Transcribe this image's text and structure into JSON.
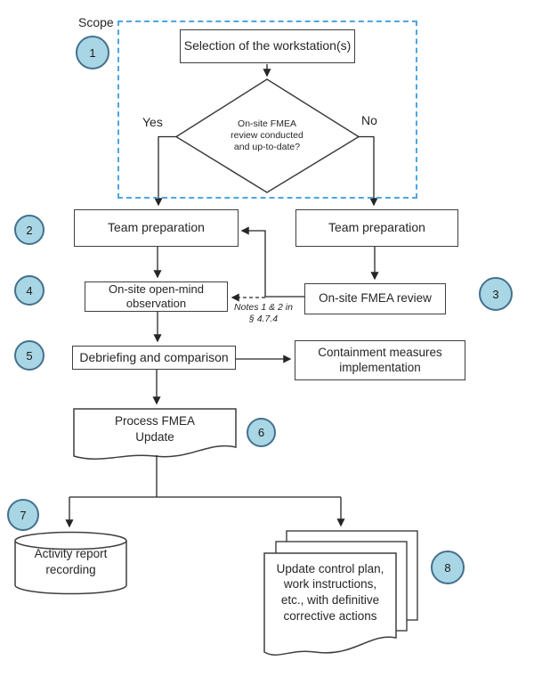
{
  "colors": {
    "badge_fill": "#a9d6e4",
    "badge_border": "#44708e",
    "scope_dash_border": "#4da6e0",
    "box_border": "#3f3f3f",
    "connector": "#262626",
    "text": "#262626",
    "background": "#ffffff"
  },
  "scope_label": "Scope",
  "steps": [
    "1",
    "2",
    "3",
    "4",
    "5",
    "6",
    "7",
    "8"
  ],
  "selection": {
    "label": "Selection of the workstation(s)"
  },
  "decision": {
    "lines": [
      "On-site FMEA",
      "review conducted",
      "and up-to-date?"
    ],
    "yes": "Yes",
    "no": "No"
  },
  "team_prep_left": {
    "label": "Team preparation"
  },
  "team_prep_right": {
    "label": "Team preparation"
  },
  "observation": {
    "lines": [
      "On-site open-mind",
      "observation"
    ]
  },
  "fmea_review": {
    "label": "On-site FMEA review"
  },
  "notes": {
    "lines": [
      "Notes 1 & 2 in",
      "§ 4.7.4"
    ]
  },
  "debriefing": {
    "label": "Debriefing and comparison"
  },
  "containment": {
    "lines": [
      "Containment measures",
      "implementation"
    ]
  },
  "process_fmea": {
    "lines": [
      "Process FMEA",
      "Update"
    ]
  },
  "activity": {
    "lines": [
      "Activity report",
      "recording"
    ]
  },
  "update_docs": {
    "lines": [
      "Update control plan,",
      "work instructions,",
      "etc., with definitive",
      "corrective actions"
    ]
  }
}
